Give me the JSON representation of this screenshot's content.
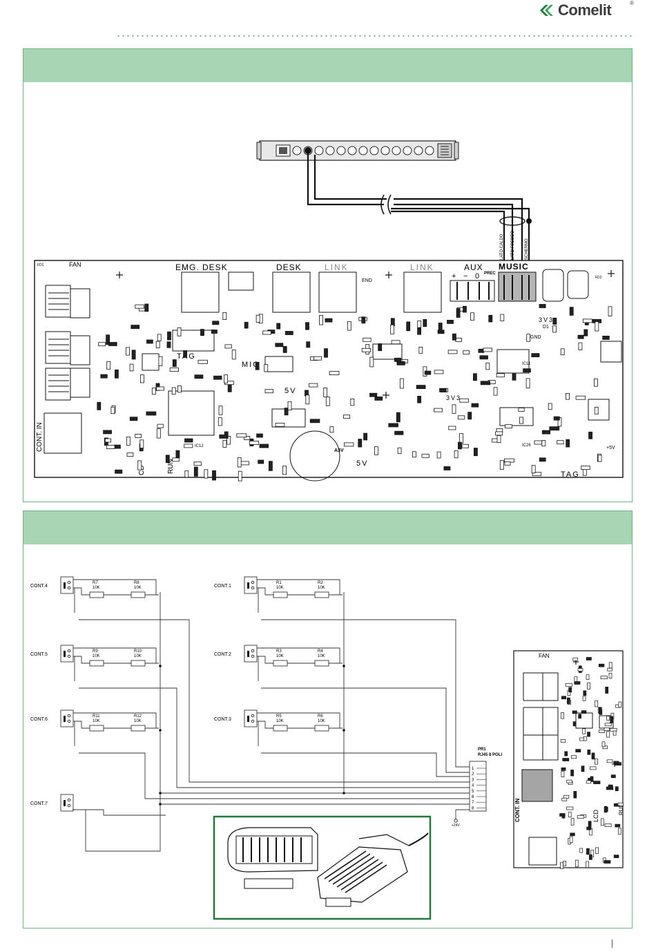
{
  "brand": {
    "name": "Comelit",
    "accent_green": "#a8d5b4",
    "border_green": "#76b085",
    "photo_frame_green": "#1f7a3c"
  },
  "section1": {
    "board": {
      "header_labels": [
        "EMG. DESK",
        "DESK",
        "LINK",
        "LINK",
        "AUX",
        "MUSIC"
      ],
      "polarity": [
        "+",
        "−",
        "0",
        "+",
        "−",
        "0"
      ],
      "prec_label": "PREC",
      "end_label": "END",
      "fan_label": "FAN",
      "fd_labels": [
        "FD1",
        "FD2"
      ],
      "side_labels": [
        "CONT. IN"
      ],
      "tag_labels": [
        "TAG",
        "TAG"
      ],
      "mic_label": "MIC",
      "voltage_labels": [
        "5V",
        "5V",
        "3V3",
        "3V3",
        "+5V",
        "A3V"
      ],
      "gnd_label": "GND",
      "ic_labels": [
        "IC11",
        "IC12",
        "IC26"
      ],
      "run_label": "RUN",
      "cd_label": "CD",
      "d1_label": "D1"
    },
    "cable_labels": [
      "LATO CALDO",
      "LATO FREDDO",
      "SCHERMO"
    ]
  },
  "section2": {
    "contacts_left": [
      {
        "name": "CONT.4",
        "r_a": "R7",
        "r_b": "R8",
        "value": "10K"
      },
      {
        "name": "CONT.5",
        "r_a": "R9",
        "r_b": "R10",
        "value": "10K"
      },
      {
        "name": "CONT.6",
        "r_a": "R11",
        "r_b": "R12",
        "value": "10K"
      },
      {
        "name": "CONT.7"
      }
    ],
    "contacts_right": [
      {
        "name": "CONT.1",
        "r_a": "R1",
        "r_b": "R2",
        "value": "10K"
      },
      {
        "name": "CONT.2",
        "r_a": "R3",
        "r_b": "R4",
        "value": "10K"
      },
      {
        "name": "CONT.3",
        "r_a": "R5",
        "r_b": "R6",
        "value": "10K"
      }
    ],
    "connector": {
      "name": "PR1",
      "type": "RJ45 8 POLI",
      "pins": [
        "1",
        "2",
        "3",
        "4",
        "5",
        "6",
        "7",
        "8"
      ],
      "supply": "+24V"
    },
    "mini_board": {
      "fan_label": "FAN",
      "cont_in_label": "CONT. IN",
      "lcd_label": "LCD",
      "run_label": "RUN"
    }
  }
}
